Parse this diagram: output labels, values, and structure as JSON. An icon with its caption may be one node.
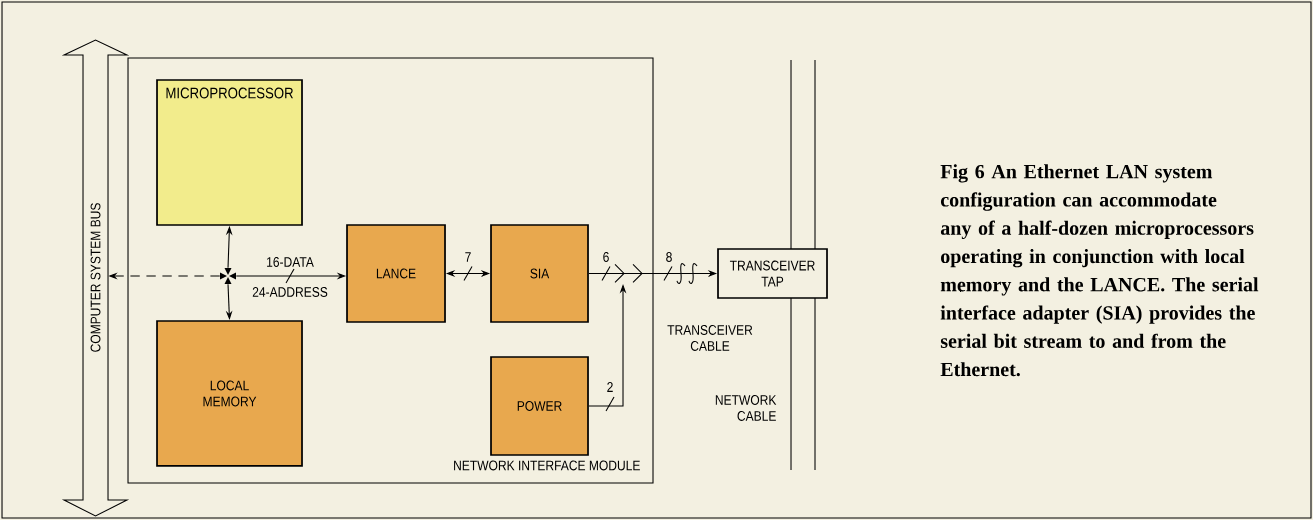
{
  "diagram": {
    "caption": "Fig 6  An Ethernet LAN system configuration can accommodate any of a half-dozen microprocessors operating in conjunction with local memory and the LANCE. The serial interface adapter (SIA) provides the serial bit stream to and from the Ethernet.",
    "nodes": [
      {
        "text": [
          "COMPUTER SYSTEM BUS"
        ]
      },
      {
        "text": [
          "NETWORK INTERFACE MODULE"
        ]
      },
      {
        "text": [
          "MICROPROCESSOR"
        ],
        "in": 1
      },
      {
        "text": [
          "LOCAL MEMORY"
        ],
        "in": 1
      },
      {
        "text": [
          "LANCE"
        ],
        "in": 1
      },
      {
        "text": [
          "SIA"
        ],
        "in": 1
      },
      {
        "text": [
          "POWER"
        ],
        "in": 1
      },
      {
        "text": [],
        "shape": "star",
        "in": 1
      },
      {
        "text": [],
        "shape": "bar",
        "beside": [
          "NETWORK CABLE"
        ]
      },
      {
        "text": [
          "TRANSCEIVER TAP"
        ]
      }
    ],
    "edges": [
      {
        "from": 7,
        "to": 2,
        "arrow": "to"
      },
      {
        "from": 7,
        "to": 3,
        "arrow": "to"
      },
      {
        "from": 7,
        "to": 4,
        "arrow": "to",
        "label": "16-DATA"
      },
      {
        "from": 7,
        "to": 0,
        "arrow": "to",
        "style": "dashed"
      },
      {
        "from": 4,
        "to": 5,
        "arrow": "both",
        "label": "7"
      },
      {
        "from": 5,
        "to": 9,
        "arrow": "to",
        "label": "6"
      },
      {
        "from": 6,
        "to": null,
        "arrow": "to",
        "label": "2"
      }
    ],
    "labels": [
      "24-ADDRESS",
      "8",
      "TRANSCEIVER CABLE"
    ]
  }
}
